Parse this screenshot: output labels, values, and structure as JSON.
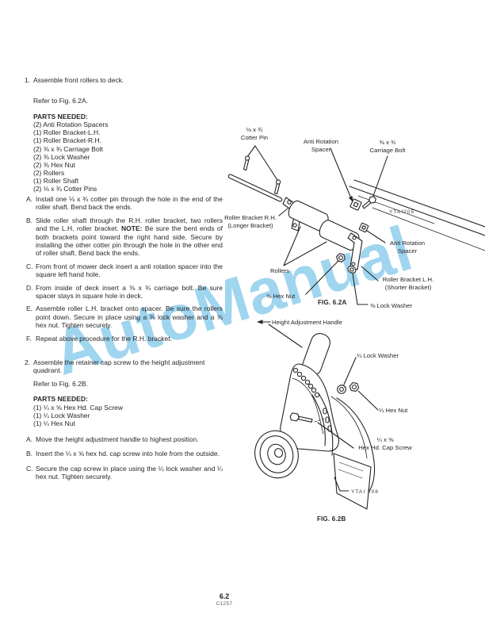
{
  "watermark_text": "AutoManual",
  "colors": {
    "watermark": "#9fd5ef",
    "ink": "#262626"
  },
  "item1": {
    "number": "1.",
    "title": "Assemble front rollers to deck.",
    "refer": "Refer to Fig. 6.2A.",
    "parts_heading": "PARTS NEEDED:",
    "parts": [
      "(2) Anti Rotation Spacers",
      "(1) Roller Bracket-L.H.",
      "(1) Roller Bracket-R.H.",
      "(2) ⅜ x ¾ Carriage Bolt",
      "(2) ⅜ Lock Washer",
      "(2) ⅜ Hex Nut",
      "(2) Rollers",
      "(1) Roller Shaft",
      "(2) ⅛ x ¾ Cotter Pins"
    ],
    "steps": [
      {
        "letter": "A.",
        "text": "Install one ⅛ x ¾ cotter pin through the hole in the end of the roller shaft. Bend back the ends."
      },
      {
        "letter": "B.",
        "text1": "Slide roller shaft through the R.H. roller bracket, two rollers and the L.H. roller bracket. ",
        "note": "NOTE:",
        "text2": " Be sure the bent ends of both brackets point toward the right hand side. Secure by installing the other cotter pin through the hole in the other end of roller shaft. Bend back the ends."
      },
      {
        "letter": "C.",
        "text": "From front of mower deck insert a anti rotation spacer into the square left hand hole."
      },
      {
        "letter": "D.",
        "text": "From inside of deck insert a ⅜ x ¾ carriage bolt. Be sure spacer stays in square hole in deck."
      },
      {
        "letter": "E.",
        "text": "Assemble roller L.H. bracket onto spacer. Be sure the rollers point down. Secure in place using a ⅜ lock washer and a ⅜ hex nut. Tighten securely."
      },
      {
        "letter": "F.",
        "text": "Repeat above procedure for the R.H. bracket."
      }
    ]
  },
  "item2": {
    "number": "2.",
    "title": "Assemble the retainer cap screw to the height adjustment quadrant.",
    "refer": "Refer to Fig. 6.2B.",
    "parts_heading": "PARTS NEEDED:",
    "parts": [
      "(1) ¼ x ⅝ Hex Hd. Cap Screw",
      "(1) ¼ Lock Washer",
      "(1) ¼ Hex Nut"
    ],
    "steps": [
      {
        "letter": "A.",
        "text": "Move the height adjustment handle to highest position."
      },
      {
        "letter": "B.",
        "text": "Insert the ¼ x ⅝ hex hd. cap screw into hole from the outside."
      },
      {
        "letter": "C.",
        "text": "Secure the cap screw in place using the ¼ lock washer and ¼ hex nut. Tighten securely."
      }
    ]
  },
  "fig_a": {
    "cotter_pin_l1": "⅛ x ¾",
    "cotter_pin_l2": "Cotter Pin",
    "anti_rotation_1_l1": "Anti Rotation",
    "anti_rotation_1_l2": "Spacer",
    "carriage_bolt_l1": "⅜ x ¾",
    "carriage_bolt_l2": "Carriage Bolt",
    "bracket_rh_l1": "Roller Bracket R.H.",
    "bracket_rh_l2": "(Longer Bracket)",
    "code": "YTAI205",
    "anti_rotation_2_l1": "Anti Rotation",
    "anti_rotation_2_l2": "Spacer",
    "rollers": "Rollers",
    "bracket_lh_l1": "Roller Bracket L.H.",
    "bracket_lh_l2": "(Shorter Bracket)",
    "hex_nut": "⅜ Hex Nut",
    "caption": "FIG. 6.2A",
    "lock_washer": "⅜ Lock Washer"
  },
  "fig_b": {
    "handle": "Height Adjustment Handle",
    "lock_washer": "¼ Lock Washer",
    "hex_nut": "¼ Hex Nut",
    "cap_screw_l1": "¼ x ⅝",
    "cap_screw_l2": "Hex Hd. Cap Screw",
    "code": "YTAI 206",
    "caption": "FIG. 6.2B"
  },
  "footer": {
    "page": "6.2",
    "code": "C1257"
  }
}
